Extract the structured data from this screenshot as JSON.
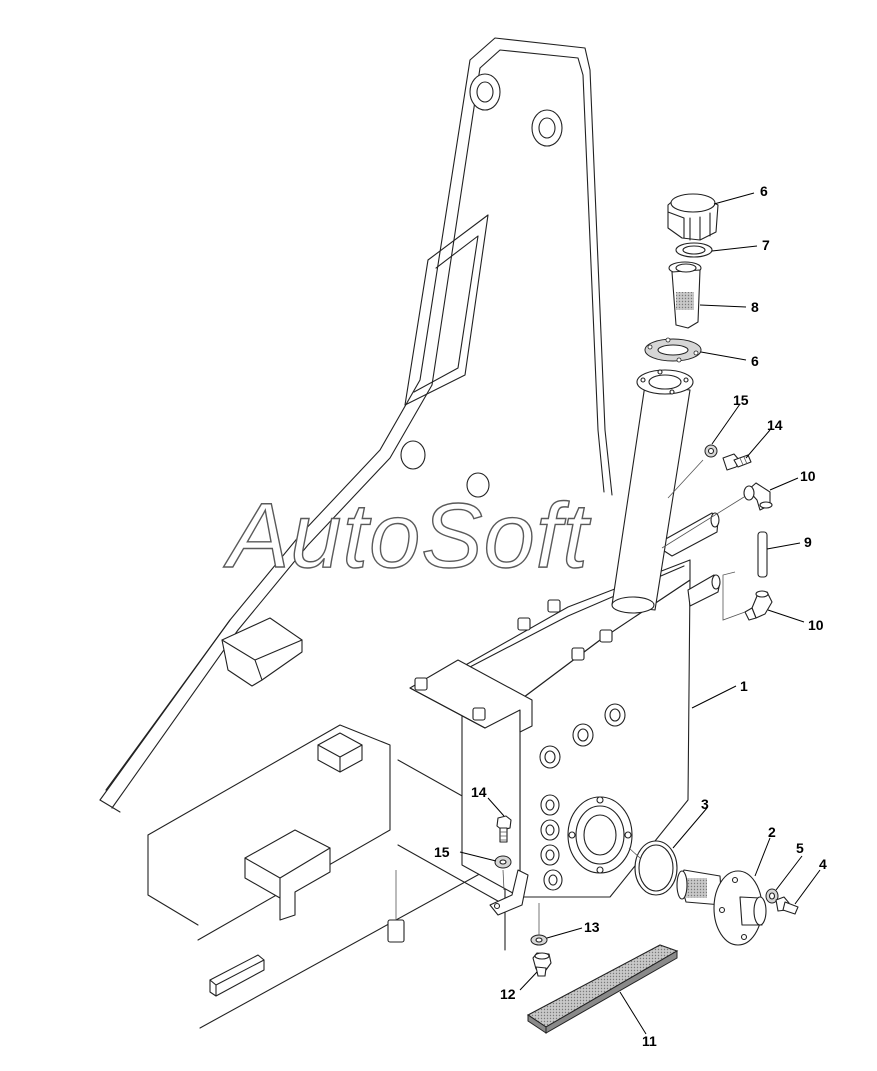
{
  "watermark": "AutoSoft",
  "callouts": {
    "c6a": "6",
    "c7": "7",
    "c8": "8",
    "c6b": "6",
    "c15a": "15",
    "c14a": "14",
    "c10a": "10",
    "c9": "9",
    "c10b": "10",
    "c1": "1",
    "c14b": "14",
    "c15b": "15",
    "c3": "3",
    "c2": "2",
    "c5": "5",
    "c4": "4",
    "c13": "13",
    "c12": "12",
    "c11": "11"
  }
}
